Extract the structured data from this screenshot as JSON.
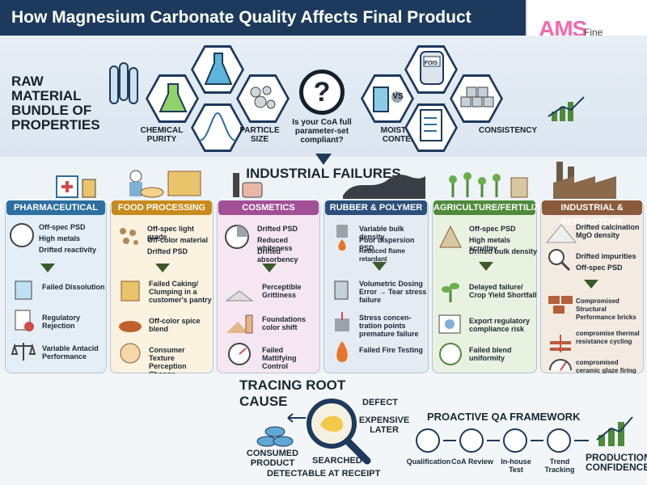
{
  "header": {
    "title": "How Magnesium Carbonate Quality Affects Final Product Performance"
  },
  "brand": {
    "logo": "AMS",
    "name": "Fine Chemicals",
    "accent": "#f06bb0",
    "navy": "#1d3a5c"
  },
  "top": {
    "raw_label": "RAW MATERIAL BUNDLE OF PROPERTIES",
    "properties": [
      {
        "label": "CHEMICAL PURITY",
        "icon": "flask-icon"
      },
      {
        "label": "PARTICLE SIZE",
        "icon": "particles-icon"
      },
      {
        "label": "MOISTURE CONTENT",
        "icon": "moisture-icon"
      },
      {
        "label": "CONSISTENCY",
        "icon": "stack-icon"
      }
    ],
    "question": "Is your CoA full parameter-set compliant?",
    "vs": "VS",
    "meter": "FOIS"
  },
  "failures_title": "INDUSTRIAL FAILURES",
  "panels": [
    {
      "title": "PHARMACEUTICAL",
      "color": "#2d6fa0",
      "bg": "#e3eef7",
      "items": [
        "Off-spec PSD",
        "High metals",
        "Drifted reactivity"
      ],
      "results": [
        "Failed Dissolution",
        "Regulatory Rejection",
        "Variable Antacid Performance"
      ]
    },
    {
      "title": "FOOD PROCESSING",
      "color": "#c88a1c",
      "bg": "#fbf2df",
      "items": [
        "Off-spec light grade",
        "Off-color material",
        "Drifted PSD"
      ],
      "results": [
        "Failed Caking/ Clumping in a customer's pantry",
        "Off-color spice blend",
        "Consumer Texture Perception Change"
      ]
    },
    {
      "title": "COSMETICS",
      "color": "#a24f96",
      "bg": "#f6e6f2",
      "items": [
        "Drifted PSD",
        "Reduced whiteness",
        "Drifted absorbency"
      ],
      "results": [
        "Perceptible Grittiness",
        "Foundations color shift",
        "Failed Mattifying Control"
      ]
    },
    {
      "title": "RUBBER & POLYMER",
      "color": "#2b4f7a",
      "bg": "#e4ebf3",
      "items": [
        "Variable bulk density",
        "Poor dispersion PSD",
        "Reduced flame retardant"
      ],
      "results": [
        "Volumetric Dosing Error → Tear stress failure",
        "Stress concen- tration points premature failure",
        "Failed Fire Testing"
      ]
    },
    {
      "title": "AGRICULTURE/FERTILIZER",
      "color": "#4f8a3a",
      "bg": "#e9f2e1",
      "items": [
        "Off-spec PSD",
        "High metals scruitny",
        "Drifted bulk density"
      ],
      "results": [
        "Delayed failure/ Crop Yield Shortfall",
        "Export regulatory compliance risk",
        "Failed blend uniformity"
      ]
    },
    {
      "title": "INDUSTRIAL & REFRACTORY",
      "color": "#8a5a3a",
      "bg": "#f3ebe2",
      "items": [
        "Drifted calcination MgO density",
        "Drifted impurities",
        "Off-spec PSD"
      ],
      "results": [
        "Compromised Structural Performance bricks",
        "compromise thermal resistance cycling",
        "compromised ceramic glaze firing"
      ]
    }
  ],
  "root": {
    "title": "TRACING ROOT CAUSE",
    "defect": "DEFECT",
    "expensive": "EXPENSIVE LATER",
    "consumed": "CONSUMED PRODUCT",
    "searched": "SEARCHED",
    "detectable": "DETECTABLE AT RECEIPT"
  },
  "qa": {
    "title": "PROACTIVE QA FRAMEWORK",
    "steps": [
      "Qualification",
      "CoA Review",
      "In-house Test",
      "Trend Tracking"
    ],
    "result": "PRODUCTION CONFIDENCE"
  }
}
